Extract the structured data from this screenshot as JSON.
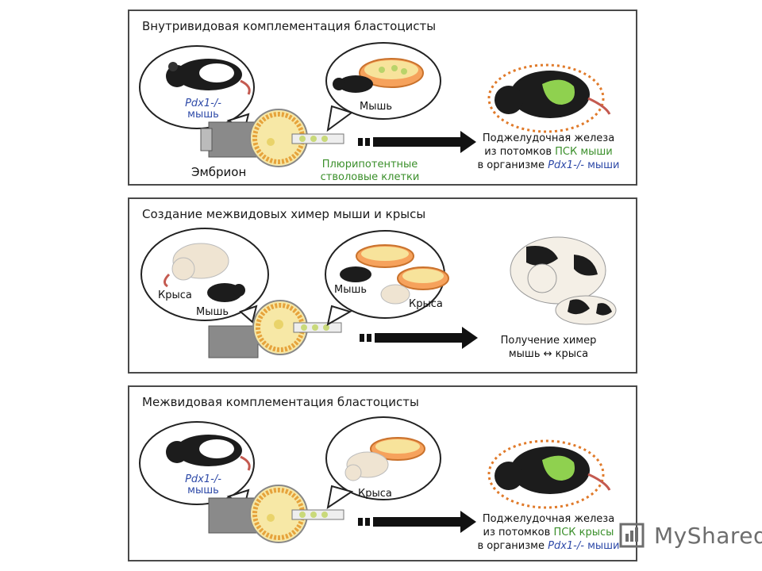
{
  "panels": [
    {
      "title": "Внутривидовая комплементация бластоцисты",
      "left_bubble_label_1": "Pdx1-/-",
      "left_bubble_label_2": "мышь",
      "right_bubble_label": "Мышь",
      "embryo_label": "Эмбрион",
      "cells_label_1": "Плюрипотентные",
      "cells_label_2": "стволовые клетки",
      "result_line_1": "Поджелудочная железа",
      "result_line_2_a": "из потомков ",
      "result_line_2_b": "ПСК мыши",
      "result_line_3_a": "в организме ",
      "result_line_3_b": "Pdx1-/-",
      "result_line_3_c": " мыши"
    },
    {
      "title": "Создание межвидовых химер мыши и крысы",
      "left_label_rat": "Крыса",
      "left_label_mouse": "Мышь",
      "right_label_mouse": "Мышь",
      "right_label_rat": "Крыса",
      "result_line_1": "Получение химер",
      "result_line_2": "мышь ↔ крыса"
    },
    {
      "title": "Межвидовая комплементация бластоцисты",
      "left_bubble_label_1": "Pdx1-/-",
      "left_bubble_label_2": "мышь",
      "right_bubble_label": "Крыса",
      "result_line_1": "Поджелудочная железа",
      "result_line_2_a": "из потомков ",
      "result_line_2_b": "ПСК крысы",
      "result_line_3_a": "в организме ",
      "result_line_3_b": "Pdx1-/-",
      "result_line_3_c": " мыши"
    }
  ],
  "watermark": "MyShared",
  "colors": {
    "border": "#4a4a4a",
    "blue_text": "#2e4aa8",
    "green_text": "#3a8f2a",
    "embryo_fill": "#f7e8a6",
    "embryo_ring": "#e6a33c",
    "pancreas": "#8fd14f",
    "dotted_orange": "#e07a2a",
    "mouse_black": "#1c1c1c",
    "rat_cream": "#efe4d2",
    "tail_pink": "#c45a50",
    "needle_grey": "#8a8a8a"
  }
}
